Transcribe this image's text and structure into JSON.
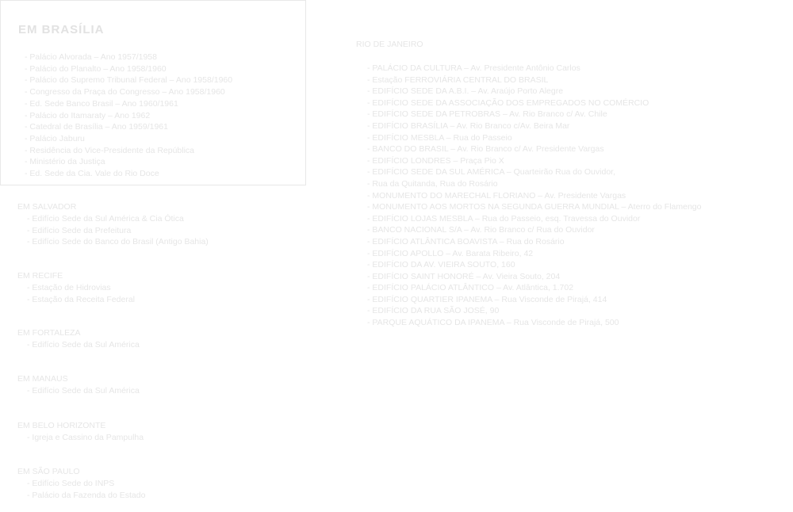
{
  "brasilia": {
    "title": "EM BRASÍLIA",
    "items": [
      "Palácio Alvorada – Ano 1957/1958",
      "Palácio do Planalto – Ano 1958/1960",
      "Palácio do Supremo Tribunal Federal – Ano 1958/1960",
      "Congresso da Praça do Congresso – Ano 1958/1960",
      "Ed. Sede Banco Brasil – Ano 1960/1961",
      "Palácio do Itamaraty – Ano 1962",
      "Catedral de Brasília – Ano 1959/1961",
      "Palácio Jaburu",
      "Residência do Vice-Presidente da República",
      "Ministério da Justiça",
      "Ed. Sede da Cia. Vale do Rio Doce"
    ]
  },
  "sections": [
    {
      "title": "EM SALVADOR",
      "items": [
        "Edifício Sede da Sul América & Cia Ótica",
        "Edifício Sede da Prefeitura",
        "Edifício Sede do Banco do Brasil (Antigo Bahia)"
      ]
    },
    {
      "title": "EM RECIFE",
      "items": [
        "Estação de Hidrovias",
        "Estação da Receita Federal"
      ]
    },
    {
      "title": "EM FORTALEZA",
      "items": [
        "Edifício Sede da Sul América"
      ]
    },
    {
      "title": "EM MANAUS",
      "items": [
        "Edifício Sede da Sul América"
      ]
    },
    {
      "title": "EM BELO HORIZONTE",
      "items": [
        "Igreja e Cassino da Pampulha"
      ]
    },
    {
      "title": "EM SÃO PAULO",
      "items": [
        "Edifício Sede do INPS",
        "Palácio da Fazenda do Estado"
      ]
    }
  ],
  "rio": {
    "title": "RIO DE JANEIRO",
    "items": [
      "PALÁCIO DA CULTURA – Av. Presidente Antônio Carlos",
      "Estação FERROVIÁRIA CENTRAL DO BRASIL",
      "EDIFÍCIO SEDE DA A.B.I. – Av. Araújo Porto Alegre",
      "EDIFÍCIO SEDE DA ASSOCIAÇÃO DOS EMPREGADOS NO COMÉRCIO",
      "EDIFÍCIO SEDE DA PETROBRAS – Av. Rio Branco c/ Av. Chile",
      "EDIFÍCIO BRASÍLIA – Av. Rio Branco c/Av. Beira Mar",
      "EDIFÍCIO MESBLA – Rua do Passeio",
      "BANCO DO BRASIL – Av. Rio Branco c/ Av. Presidente Vargas",
      "EDIFÍCIO LONDRES – Praça Pio X",
      "EDIFÍCIO SEDE DA SUL AMÉRICA – Quarteirão Rua do Ouvidor,",
      "Rua da Quitanda, Rua do Rosário",
      "MONUMENTO DO MARECHAL FLORIANO – Av. Presidente Vargas",
      "MONUMENTO AOS MORTOS NA SEGUNDA GUERRA MUNDIAL – Aterro do Flamengo",
      "EDIFÍCIO LOJAS MESBLA – Rua do Passeio, esq. Travessa do Ouvidor",
      "BANCO NACIONAL S/A – Av. Rio Branco c/ Rua do Ouvidor",
      "EDIFÍCIO ATLÂNTICA BOAVISTA – Rua do Rosário",
      "EDIFÍCIO APOLLO – Av. Barata Ribeiro, 42",
      "EDIFÍCIO DA AV. VIEIRA SOUTO, 160",
      "EDIFÍCIO SAINT HONORÉ – Av. Vieira Souto, 204",
      "EDIFÍCIO PALÁCIO ATLÂNTICO – Av. Atlântica, 1.702",
      "EDIFÍCIO QUARTIER IPANEMA – Rua Visconde de Pirajá, 414",
      "EDIFÍCIO DA RUA SÃO JOSÉ, 90",
      "PARQUE AQUÁTICO DA IPANEMA – Rua Visconde de Pirajá, 500"
    ]
  }
}
